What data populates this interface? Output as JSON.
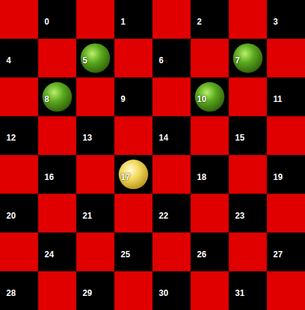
{
  "diagram": {
    "labels": [
      "0",
      "1",
      "2",
      "3",
      "4",
      "5",
      "6",
      "7",
      "8",
      "9",
      "10",
      "11",
      "12",
      "13",
      "14",
      "15",
      "16",
      "17",
      "18",
      "19",
      "20",
      "21",
      "22",
      "23",
      "24",
      "25",
      "26",
      "27",
      "28",
      "29",
      "30",
      "31"
    ]
  }
}
